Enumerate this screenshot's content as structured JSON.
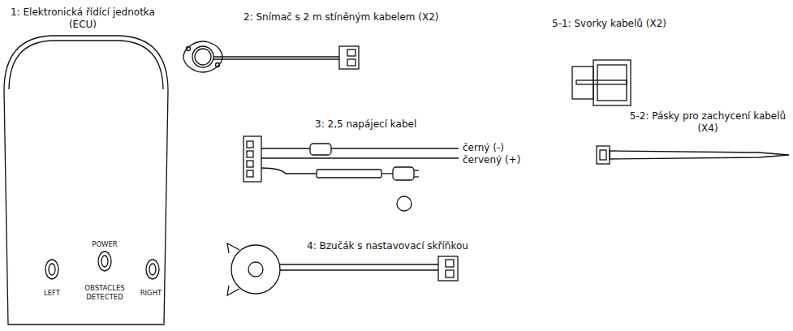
{
  "diagram": {
    "nodes": [
      {
        "text": [
          "1: Elektronická řídící jednotka (ECU)",
          "POWER",
          "LEFT",
          "OBSTACLES DETECTED",
          "RIGHT"
        ]
      }
    ],
    "labels": [
      "2: Snímač s 2 m stíněným kabelem (X2)",
      "5-1: Svorky kabelů (X2)",
      "3: 2,5 napájecí kabel",
      "černý (-)",
      "červený (+)",
      "5-2: Pásky pro zachycení kabelů (X4)",
      "4: Bzučák s nastavovací skříňkou"
    ]
  }
}
